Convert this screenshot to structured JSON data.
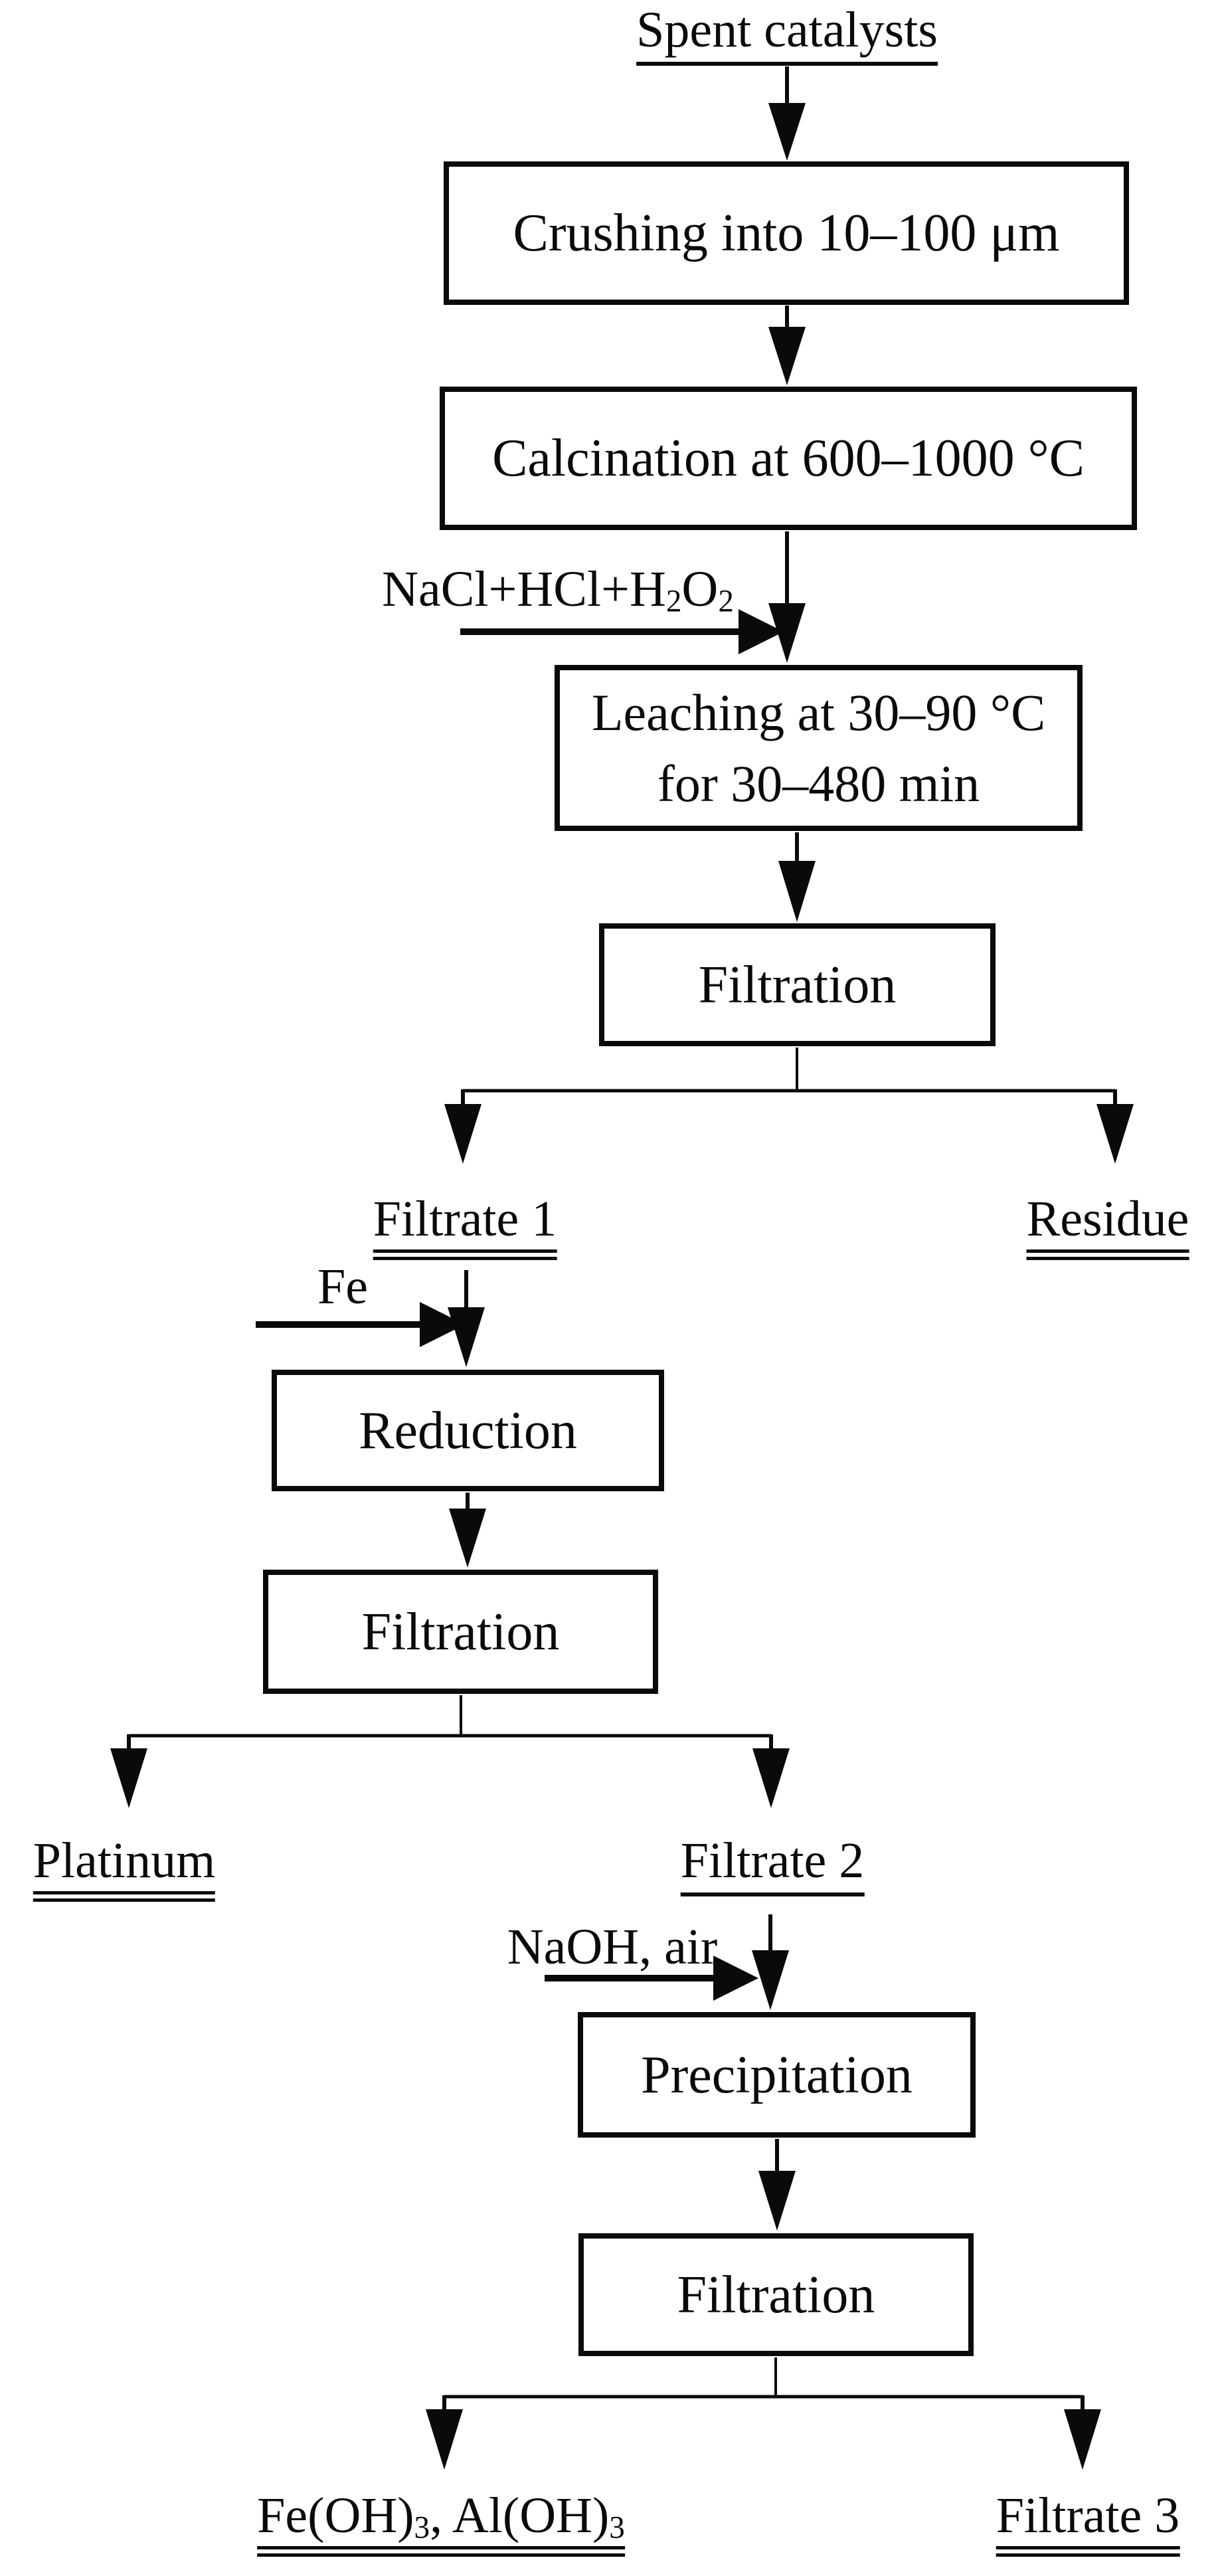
{
  "flowchart": {
    "source": {
      "label": "Spent catalysts"
    },
    "boxes": {
      "crushing": {
        "label": "Crushing into 10–100 μm"
      },
      "calcination": {
        "label": "Calcination at 600–1000 °C"
      },
      "leaching": {
        "line1": "Leaching at 30–90 °C",
        "line2": "for 30–480 min"
      },
      "filtration1": {
        "label": "Filtration"
      },
      "reduction": {
        "label": "Reduction"
      },
      "filtration2": {
        "label": "Filtration"
      },
      "precipitation": {
        "label": "Precipitation"
      },
      "filtration3": {
        "label": "Filtration"
      }
    },
    "reagents": {
      "leaching_feed": {
        "p1": "NaCl+HCl+H",
        "s1": "2",
        "p2": "O",
        "s2": "2"
      },
      "reduction_feed": {
        "label": "Fe"
      },
      "precipitation_feed": {
        "label": "NaOH, air"
      }
    },
    "outputs": {
      "filtrate1": {
        "label": "Filtrate 1"
      },
      "residue": {
        "label": "Residue"
      },
      "platinum": {
        "label": "Platinum"
      },
      "filtrate2": {
        "label": "Filtrate 2"
      },
      "hydroxides": {
        "p1": "Fe(OH)",
        "s1": "3",
        "p2": ", Al(OH)",
        "s2": "3"
      },
      "filtrate3": {
        "label": "Filtrate 3"
      }
    },
    "colors": {
      "ink": "#0a0a0a",
      "background": "#ffffff"
    }
  }
}
